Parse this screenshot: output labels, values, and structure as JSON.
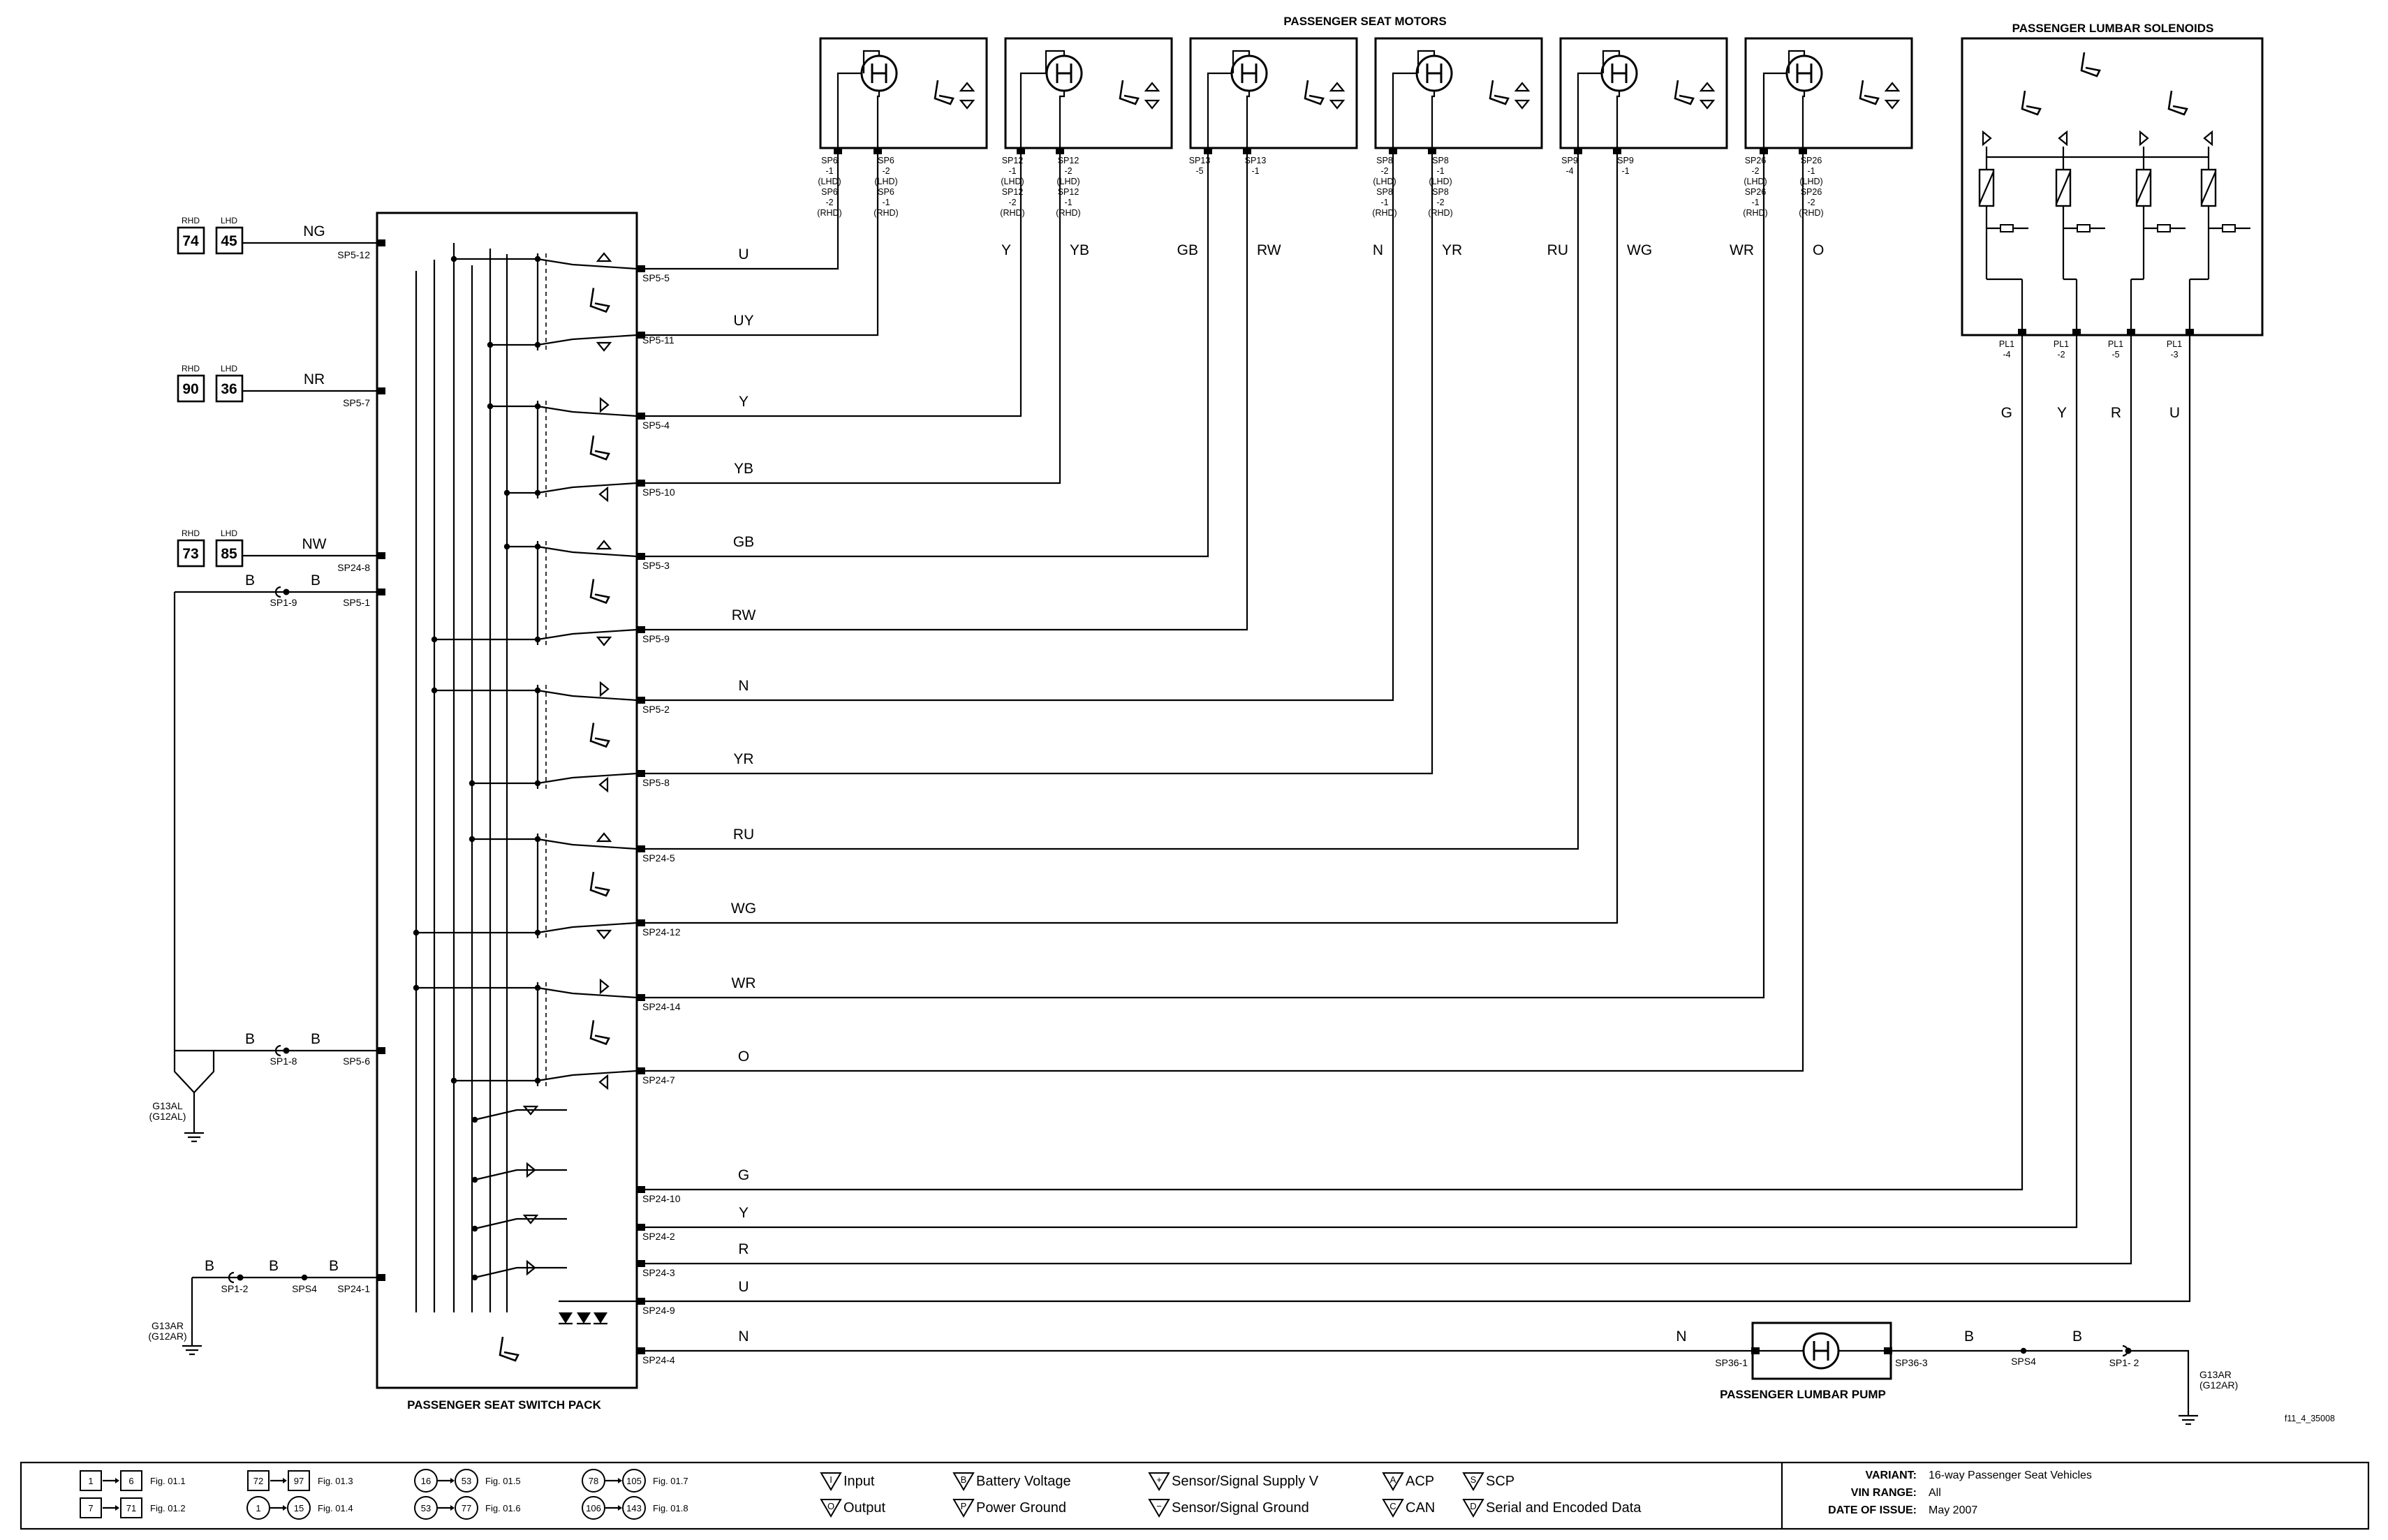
{
  "titles": {
    "motors": "PASSENGER SEAT MOTORS",
    "lumbar_solenoids": "PASSENGER LUMBAR SOLENOIDS",
    "switch_pack": "PASSENGER SEAT SWITCH PACK",
    "lumbar_pump": "PASSENGER LUMBAR PUMP"
  },
  "figure_id": "f11_4_35008",
  "supply_tags": [
    {
      "rhd_label": "RHD",
      "lhd_label": "LHD",
      "rhd": "74",
      "lhd": "45",
      "wire": "NG",
      "pin": "SP5-12"
    },
    {
      "rhd_label": "RHD",
      "lhd_label": "LHD",
      "rhd": "90",
      "lhd": "36",
      "wire": "NR",
      "pin": "SP5-7"
    },
    {
      "rhd_label": "RHD",
      "lhd_label": "LHD",
      "rhd": "73",
      "lhd": "85",
      "wire": "NW",
      "pin": "SP24-8"
    }
  ],
  "ground_inputs": [
    {
      "wire_a": "B",
      "connector": "SP1-9",
      "wire_b": "B",
      "pin": "SP5-1"
    },
    {
      "wire_a": "B",
      "connector": "SP1-8",
      "wire_b": "B",
      "pin": "SP5-6"
    },
    {
      "wire_a": "B",
      "connector": "SP1-2",
      "wire_b": "B",
      "splice": "SPS4",
      "wire_c": "B",
      "pin": "SP24-1"
    }
  ],
  "grounds": [
    {
      "name": "G13AL",
      "alt": "(G12AL)"
    },
    {
      "name": "G13AR",
      "alt": "(G12AR)"
    },
    {
      "name": "G13AR",
      "alt": "(G12AR)"
    }
  ],
  "outputs": [
    {
      "pin": "SP5-5",
      "wire": "U"
    },
    {
      "pin": "SP5-11",
      "wire": "UY"
    },
    {
      "pin": "SP5-4",
      "wire": "Y"
    },
    {
      "pin": "SP5-10",
      "wire": "YB"
    },
    {
      "pin": "SP5-3",
      "wire": "GB"
    },
    {
      "pin": "SP5-9",
      "wire": "RW"
    },
    {
      "pin": "SP5-2",
      "wire": "N"
    },
    {
      "pin": "SP5-8",
      "wire": "YR"
    },
    {
      "pin": "SP24-5",
      "wire": "RU"
    },
    {
      "pin": "SP24-12",
      "wire": "WG"
    },
    {
      "pin": "SP24-14",
      "wire": "WR"
    },
    {
      "pin": "SP24-7",
      "wire": "O"
    },
    {
      "pin": "SP24-10",
      "wire": "G"
    },
    {
      "pin": "SP24-2",
      "wire": "Y"
    },
    {
      "pin": "SP24-3",
      "wire": "R"
    },
    {
      "pin": "SP24-9",
      "wire": "U"
    },
    {
      "pin": "SP24-4",
      "wire": "N"
    }
  ],
  "motors": [
    {
      "left_pin": [
        "SP6",
        "-1",
        "(LHD)",
        "SP6",
        "-2",
        "(RHD)"
      ],
      "right_pin": [
        "SP6",
        "-2",
        "(LHD)",
        "SP6",
        "-1",
        "(RHD)"
      ],
      "left_wire": "",
      "right_wire": ""
    },
    {
      "left_pin": [
        "SP12",
        "-1",
        "(LHD)",
        "SP12",
        "-2",
        "(RHD)"
      ],
      "right_pin": [
        "SP12",
        "-2",
        "(LHD)",
        "SP12",
        "-1",
        "(RHD)"
      ],
      "left_wire": "Y",
      "right_wire": "YB"
    },
    {
      "left_pin": [
        "SP13",
        "-5"
      ],
      "right_pin": [
        "SP13",
        "-1"
      ],
      "left_wire": "GB",
      "right_wire": "RW"
    },
    {
      "left_pin": [
        "SP8",
        "-2",
        "(LHD)",
        "SP8",
        "-1",
        "(RHD)"
      ],
      "right_pin": [
        "SP8",
        "-1",
        "(LHD)",
        "SP8",
        "-2",
        "(RHD)"
      ],
      "left_wire": "N",
      "right_wire": "YR"
    },
    {
      "left_pin": [
        "SP9",
        "-4"
      ],
      "right_pin": [
        "SP9",
        "-1"
      ],
      "left_wire": "RU",
      "right_wire": "WG"
    },
    {
      "left_pin": [
        "SP26",
        "-2",
        "(LHD)",
        "SP26",
        "-1",
        "(RHD)"
      ],
      "right_pin": [
        "SP26",
        "-1",
        "(LHD)",
        "SP26",
        "-2",
        "(RHD)"
      ],
      "left_wire": "WR",
      "right_wire": "O"
    }
  ],
  "lumbar_pins": [
    {
      "pin": [
        "PL1",
        "-4"
      ],
      "wire": "G"
    },
    {
      "pin": [
        "PL1",
        "-2"
      ],
      "wire": "Y"
    },
    {
      "pin": [
        "PL1",
        "-5"
      ],
      "wire": "R"
    },
    {
      "pin": [
        "PL1",
        "-3"
      ],
      "wire": "U"
    }
  ],
  "pump": {
    "wire_in": "N",
    "pin_in": "SP36-1",
    "pin_out": "SP36-3",
    "wire_out1": "B",
    "splice": "SPS4",
    "wire_out2": "B",
    "connector": "SP1- 2"
  },
  "legend": {
    "fig_refs": [
      {
        "from": "1",
        "to": "6",
        "fig": "Fig. 01.1",
        "shape": "box"
      },
      {
        "from": "7",
        "to": "71",
        "fig": "Fig. 01.2",
        "shape": "box"
      },
      {
        "from": "72",
        "to": "97",
        "fig": "Fig. 01.3",
        "shape": "box"
      },
      {
        "from": "1",
        "to": "15",
        "fig": "Fig. 01.4",
        "shape": "circle"
      },
      {
        "from": "16",
        "to": "53",
        "fig": "Fig. 01.5",
        "shape": "circle"
      },
      {
        "from": "53",
        "to": "77",
        "fig": "Fig. 01.6",
        "shape": "circle"
      },
      {
        "from": "78",
        "to": "105",
        "fig": "Fig. 01.7",
        "shape": "circle"
      },
      {
        "from": "106",
        "to": "143",
        "fig": "Fig. 01.8",
        "shape": "circle"
      }
    ],
    "symbols": [
      {
        "glyph": "I",
        "label": "Input"
      },
      {
        "glyph": "O",
        "label": "Output"
      },
      {
        "glyph": "B",
        "label": "Battery Voltage"
      },
      {
        "glyph": "P",
        "label": "Power Ground"
      },
      {
        "glyph": "+",
        "label": "Sensor/Signal Supply V"
      },
      {
        "glyph": "−",
        "label": "Sensor/Signal Ground"
      },
      {
        "glyph": "A",
        "label": "ACP"
      },
      {
        "glyph": "C",
        "label": "CAN"
      },
      {
        "glyph": "S",
        "label": "SCP"
      },
      {
        "glyph": "D",
        "label": "Serial and Encoded Data"
      }
    ],
    "info": [
      {
        "key": "VARIANT:",
        "value": "16-way Passenger Seat Vehicles"
      },
      {
        "key": "VIN RANGE:",
        "value": "All"
      },
      {
        "key": "DATE OF ISSUE:",
        "value": "May 2007"
      }
    ]
  }
}
